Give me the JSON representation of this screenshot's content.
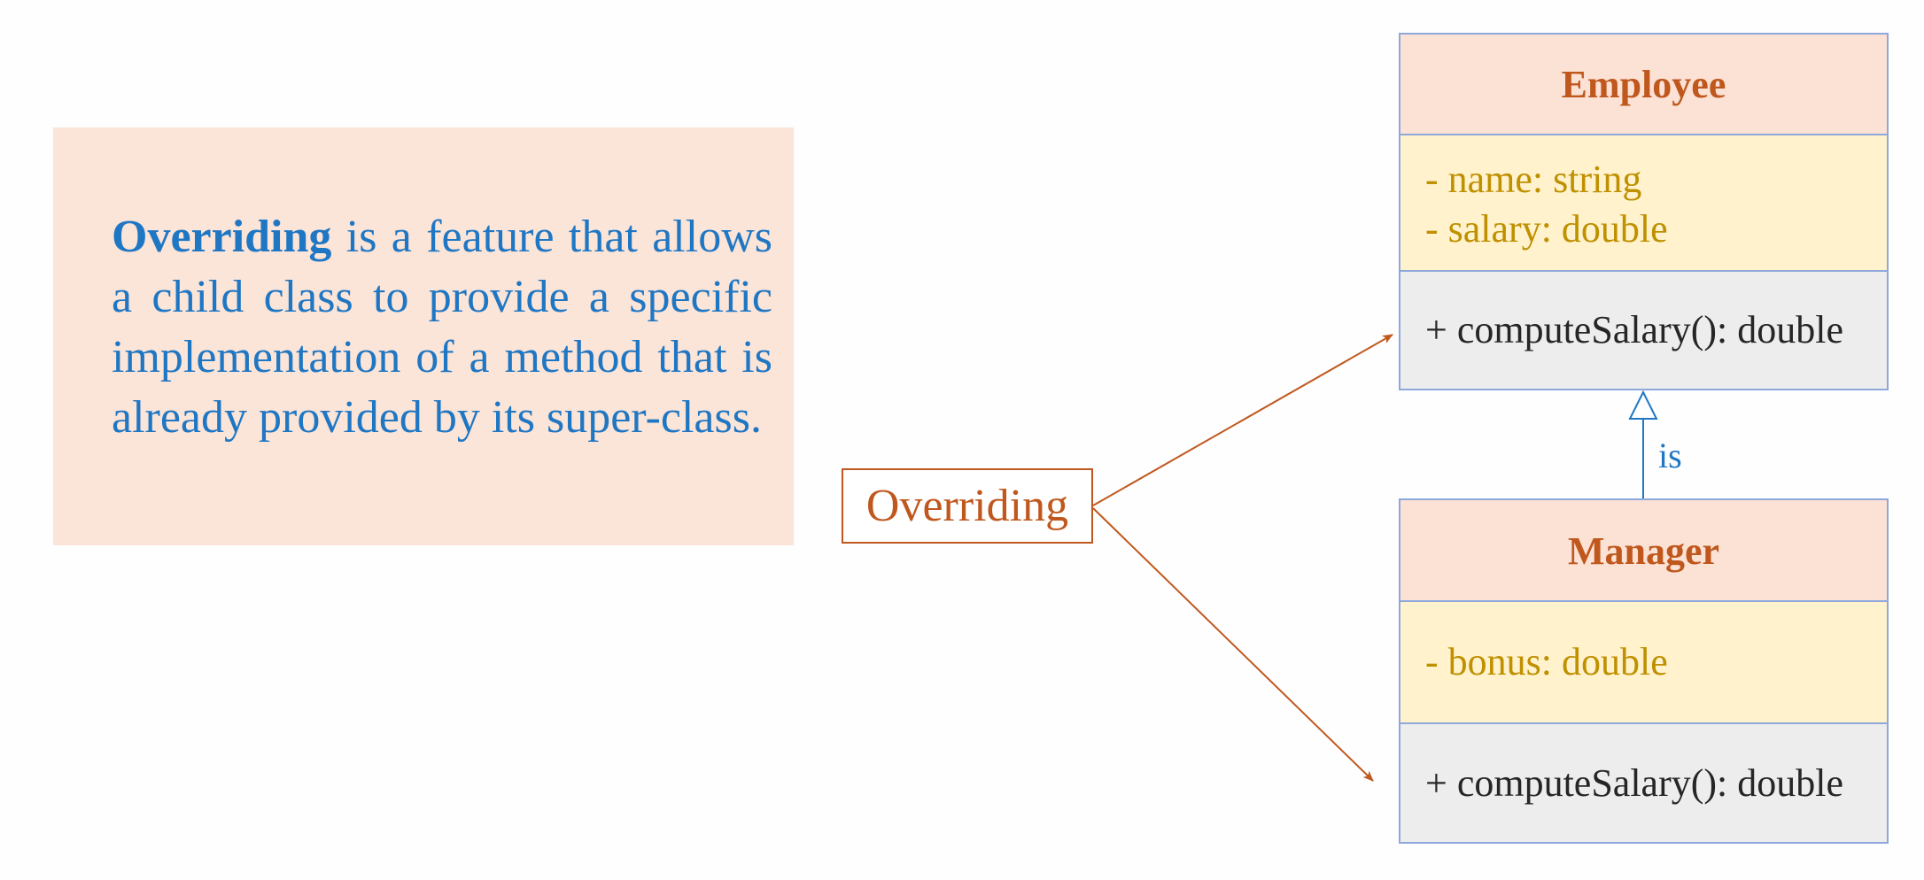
{
  "definition": {
    "term": "Overriding",
    "text": " is a feature that allows a child class to provide a specific implementation of a method that is already provided by its super-class."
  },
  "override_label": "Overriding",
  "inheritance_label": "is",
  "classes": {
    "employee": {
      "name": "Employee",
      "attributes": [
        "- name: string",
        "- salary: double"
      ],
      "methods": [
        "+ computeSalary(): double"
      ]
    },
    "manager": {
      "name": "Manager",
      "attributes": [
        "- bonus: double"
      ],
      "methods": [
        "+ computeSalary(): double"
      ]
    }
  },
  "colors": {
    "accent_orange": "#c0581e",
    "text_blue": "#1f77c4",
    "attribute_gold": "#bf9000",
    "class_border": "#8fa8dc",
    "definition_bg": "#fbe4d8"
  }
}
